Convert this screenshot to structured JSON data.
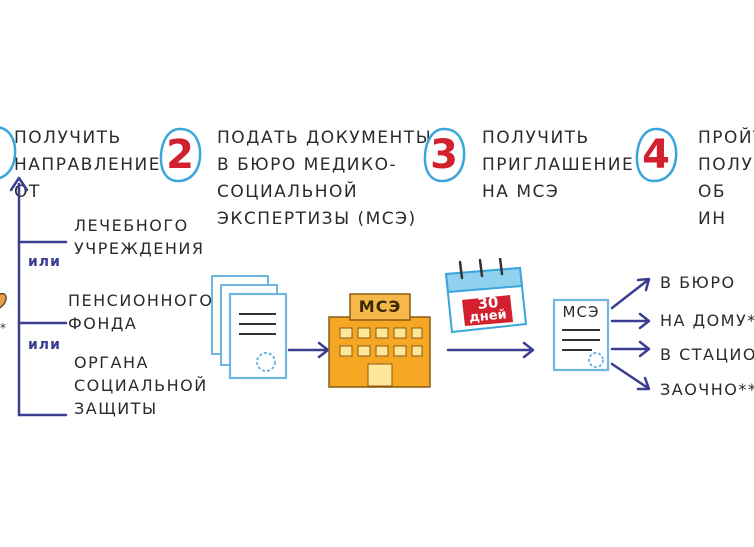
{
  "steps": [
    {
      "number": "",
      "text": "получить\nнаправление\nот"
    },
    {
      "number": "2",
      "text": "подать документы\nв бюро медико-\nсоциальной\nэкспертизы (МСЭ)"
    },
    {
      "number": "3",
      "text": "получить\nприглашение\nна МСЭ"
    },
    {
      "number": "4",
      "text": "пройт\nполуч\nоб ин"
    }
  ],
  "sources": {
    "connector": "или",
    "items": [
      "лечебного\nучреждения",
      "пенсионного\nфонда",
      "органа\nсоциальной\nзащиты"
    ]
  },
  "building_sign": "МСЭ",
  "calendar": {
    "number": "30",
    "unit": "дней"
  },
  "document_label": "МСЭ",
  "outcomes": [
    "в бюро",
    "на дому*",
    "в стацион",
    "заочно**"
  ],
  "colors": {
    "number_red": "#d3202f",
    "arrow_blue": "#3b3e91",
    "badge_blue": "#3aa6d9",
    "building_orange": "#f5a623"
  }
}
